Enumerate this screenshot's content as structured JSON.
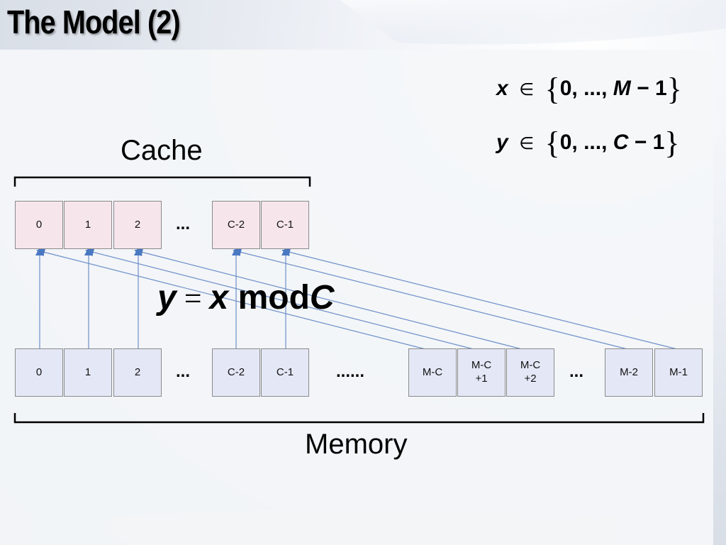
{
  "title": "The Model (2)",
  "cache": {
    "label": "Cache",
    "cells": [
      "0",
      "1",
      "2",
      "C-2",
      "C-1"
    ],
    "ellipsis": "..."
  },
  "memory": {
    "label": "Memory",
    "cells": [
      "0",
      "1",
      "2",
      "C-2",
      "C-1",
      "M-C",
      "M-C\n+1",
      "M-C\n+2",
      "M-2",
      "M-1"
    ],
    "ellipsis_1": "...",
    "ellipsis_2": "......",
    "ellipsis_3": "..."
  },
  "set_x": {
    "var": "x",
    "in": "∈",
    "lbrace": "{",
    "content": "0, ..., ",
    "upper": "M",
    "minus": " − 1",
    "rbrace": "}"
  },
  "set_y": {
    "var": "y",
    "in": "∈",
    "lbrace": "{",
    "content": "0, ..., ",
    "upper": "C",
    "minus": " − 1",
    "rbrace": "}"
  },
  "formula": {
    "lhs": "y",
    "eq": " = ",
    "x": "x",
    "mod": " mod",
    "c": "C"
  },
  "colors": {
    "cache_fill": "#f6e6ec",
    "memory_fill": "#e4e8f6",
    "arrow": "#4a78c2"
  }
}
